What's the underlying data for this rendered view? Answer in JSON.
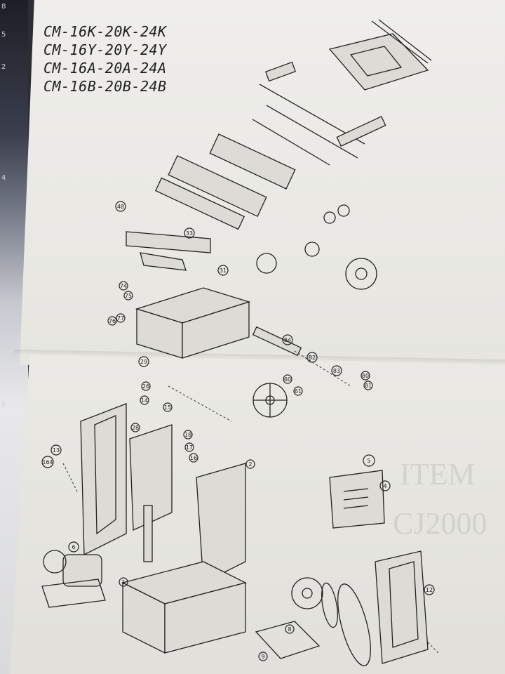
{
  "models": [
    "CM-16K-20K-24K",
    "CM-16Y-20Y-24Y",
    "CM-16A-20A-24A",
    "CM-16B-20B-24B"
  ],
  "edge_digits": [
    "8",
    "5",
    "2",
    "4",
    "5"
  ],
  "background_marks": [
    "ITEM",
    "CJ2000"
  ],
  "callouts": [
    "164",
    "13",
    "6",
    "1",
    "2",
    "4",
    "5",
    "12",
    "9",
    "33",
    "31",
    "48",
    "75",
    "74",
    "76",
    "77",
    "29",
    "84",
    "82",
    "83",
    "81",
    "80",
    "60",
    "61",
    "18",
    "17",
    "16",
    "15",
    "14",
    "28",
    "26",
    "8"
  ]
}
